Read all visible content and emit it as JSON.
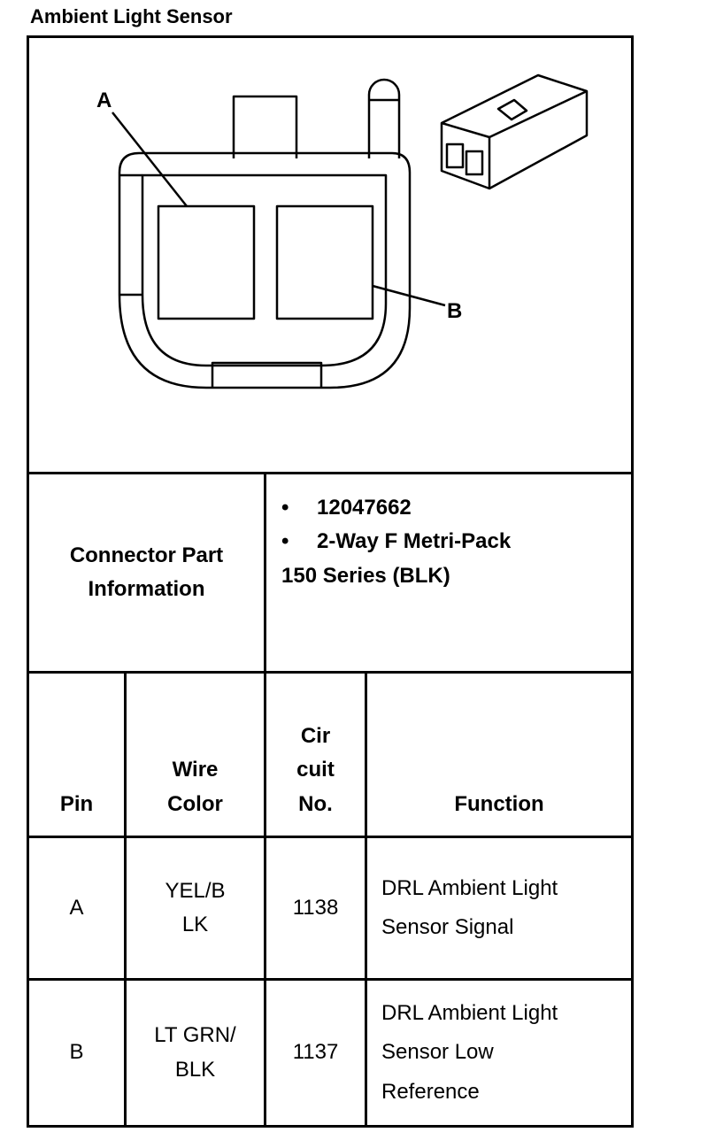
{
  "title": "Ambient Light Sensor",
  "diagram": {
    "callout_a": "A",
    "callout_b": "B"
  },
  "connector_info": {
    "label_line1": "Connector Part",
    "label_line2": "Information",
    "bullet_symbol": "•",
    "part_number": "12047662",
    "description_line1": "2-Way F Metri-Pack",
    "description_line2": "150 Series (BLK)"
  },
  "table": {
    "headers": {
      "pin": "Pin",
      "wire_color_line1": "Wire",
      "wire_color_line2": "Color",
      "circuit_line1": "Cir",
      "circuit_line2": "cuit",
      "circuit_line3": "No.",
      "function": "Function"
    },
    "rows": [
      {
        "pin": "A",
        "wire_line1": "YEL/B",
        "wire_line2": "LK",
        "circuit": "1138",
        "function_line1": "DRL Ambient Light",
        "function_line2": "Sensor Signal",
        "function_line3": ""
      },
      {
        "pin": "B",
        "wire_line1": "LT GRN/",
        "wire_line2": "BLK",
        "circuit": "1137",
        "function_line1": "DRL Ambient Light",
        "function_line2": "Sensor Low",
        "function_line3": "Reference"
      }
    ]
  }
}
